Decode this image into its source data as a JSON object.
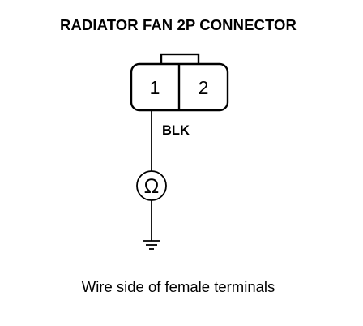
{
  "diagram": {
    "title": "RADIATOR FAN 2P CONNECTOR",
    "connector": {
      "terminal_1": "1",
      "terminal_2": "2"
    },
    "wire_label": "BLK",
    "meter_symbol": "Ω",
    "caption": "Wire side of female terminals"
  },
  "icons": {
    "meter": "ohmmeter-icon",
    "ground": "ground-icon"
  },
  "colors": {
    "line": "#000000",
    "background": "#ffffff"
  }
}
